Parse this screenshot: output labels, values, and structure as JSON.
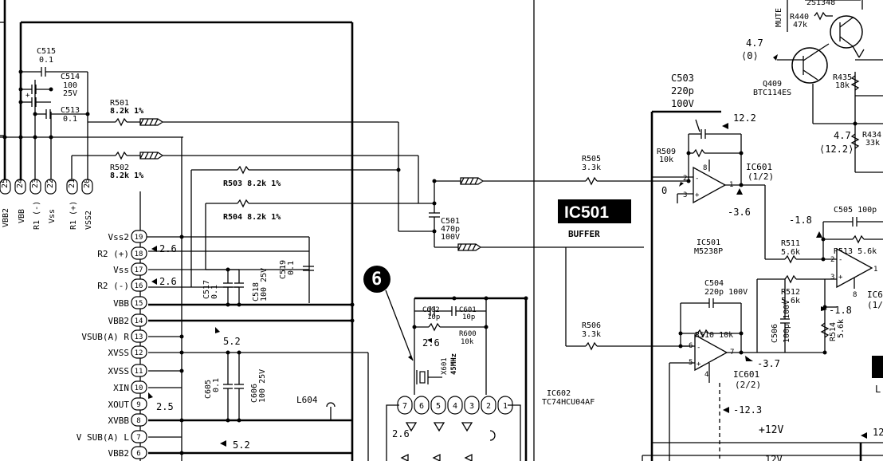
{
  "connector_left": {
    "pins_top": [
      {
        "num": "25",
        "label": "VBB2"
      },
      {
        "num": "24",
        "label": "VBB"
      },
      {
        "num": "23",
        "label": "R1 (-)"
      },
      {
        "num": "22",
        "label": "Vss"
      },
      {
        "num": "21",
        "label": "R1 (+)"
      },
      {
        "num": "20",
        "label": "VSS2"
      }
    ],
    "pins_side": [
      {
        "num": "19",
        "label": "Vss2"
      },
      {
        "num": "18",
        "label": "R2 (+)"
      },
      {
        "num": "17",
        "label": "Vss"
      },
      {
        "num": "16",
        "label": "R2 (-)"
      },
      {
        "num": "15",
        "label": "VBB"
      },
      {
        "num": "14",
        "label": "VBB2"
      },
      {
        "num": "13",
        "label": "VSUB(A) R"
      },
      {
        "num": "12",
        "label": "XVSS"
      },
      {
        "num": "11",
        "label": "XVSS"
      },
      {
        "num": "10",
        "label": "XIN"
      },
      {
        "num": "9",
        "label": "XOUT"
      },
      {
        "num": "8",
        "label": "XVBB"
      },
      {
        "num": "7",
        "label": "V SUB(A) L"
      },
      {
        "num": "6",
        "label": "VBB2"
      }
    ]
  },
  "components": {
    "c515": {
      "ref": "C515",
      "val": "0.1"
    },
    "c514": {
      "ref": "C514",
      "val1": "100",
      "val2": "25V"
    },
    "c513": {
      "ref": "C513",
      "val": "0.1"
    },
    "r501": {
      "ref": "R501",
      "val": "8.2k 1%"
    },
    "r502": {
      "ref": "R502",
      "val": "8.2k 1%"
    },
    "r503": {
      "text": "R503 8.2k 1%"
    },
    "r504": {
      "text": "R504 8.2k 1%"
    },
    "c501": {
      "ref": "C501",
      "val1": "470p",
      "val2": "100V"
    },
    "c517": {
      "ref": "C517",
      "val": "0.1"
    },
    "c518": {
      "ref": "C518",
      "val": "100 25V"
    },
    "c519": {
      "ref": "C519",
      "val": "0.1"
    },
    "c605": {
      "ref": "C605",
      "val": "0.1"
    },
    "c606": {
      "ref": "C606",
      "val": "100 25V"
    },
    "l604": {
      "ref": "L604"
    },
    "c602": {
      "ref": "C602",
      "val": "10p"
    },
    "c601": {
      "ref": "C601",
      "val": "10p"
    },
    "r600": {
      "ref": "R600",
      "val": "10k"
    },
    "x601": {
      "ref": "X601",
      "val": "45MHz"
    },
    "ic602": {
      "ref": "IC602",
      "part": "TC74HCU04AF"
    },
    "r505": {
      "ref": "R505",
      "val": "3.3k"
    },
    "r506": {
      "ref": "R506",
      "val": "3.3k"
    },
    "c503": {
      "ref": "C503",
      "val1": "220p",
      "val2": "100V"
    },
    "r509": {
      "ref": "R509",
      "val": "10k"
    },
    "ic501_1": {
      "ref": "IC601",
      "sub": "(1/2)"
    },
    "ic501_2": {
      "ref": "IC601",
      "sub": "(2/2)"
    },
    "ic501_block": {
      "title": "IC501",
      "subtitle": "BUFFER"
    },
    "ic501_part": {
      "ref": "IC501",
      "part": "M5238P"
    },
    "c504": {
      "ref": "C504",
      "val": "220p 100V"
    },
    "r510": {
      "text": "R510 10k"
    },
    "c506": {
      "ref": "C506",
      "val": "100p 100V"
    },
    "r511": {
      "ref": "R511",
      "val": "5.6k"
    },
    "r512": {
      "ref": "R512",
      "val": "5.6k"
    },
    "r513": {
      "text": "R513 5.6k"
    },
    "r514": {
      "ref": "R514",
      "val": "5.6k"
    },
    "c505": {
      "text": "C505 100p"
    },
    "r440": {
      "ref": "R440",
      "val": "47k"
    },
    "r435": {
      "ref": "R435",
      "val": "18k"
    },
    "r434": {
      "ref": "R434",
      "val": "33k"
    },
    "q409": {
      "ref": "Q409",
      "part": "BTC114ES"
    },
    "q_top": {
      "part": "2S1348"
    },
    "mute": {
      "text": "MUTE"
    }
  },
  "voltages": {
    "v_2_6_a": "2.6",
    "v_2_6_b": "2.6",
    "v_5_2_a": "5.2",
    "v_2_5": "2.5",
    "v_5_2_b": "5.2",
    "v_2_6_c": "2.6",
    "v_2_6_d": "2.6",
    "v_12_2": "12.2",
    "v_0": "0",
    "v_m3_6": "-3.6",
    "v_m1_8a": "-1.8",
    "v_m1_8b": "-1.8",
    "v_m3_7": "-3.7",
    "v_m12_3": "-12.3",
    "v_p12v": "+12V",
    "v_12_right": "12",
    "v_4_7a": "4.7",
    "v_0b": "⟨0⟩",
    "v_4_7b": "4.7",
    "v_12_2b": "⟨12.2⟩",
    "v_12v_bottom": "12V"
  },
  "pin_numbers": {
    "ic1": {
      "p8": "8",
      "p2": "2",
      "p3": "3",
      "p1": "1"
    },
    "ic2": {
      "p6": "6",
      "p5": "5",
      "p7": "7",
      "p4": "4"
    },
    "ic3": {
      "p2": "2",
      "p3": "3",
      "p8": "8",
      "p1": "1"
    },
    "ic602": [
      "7",
      "6",
      "5",
      "4",
      "3",
      "2",
      "1"
    ]
  },
  "marker": {
    "num": "6"
  },
  "right_edge": {
    "ic_partial": "IC6",
    "ic_partial_sub": "(1/",
    "label_l": "L"
  }
}
